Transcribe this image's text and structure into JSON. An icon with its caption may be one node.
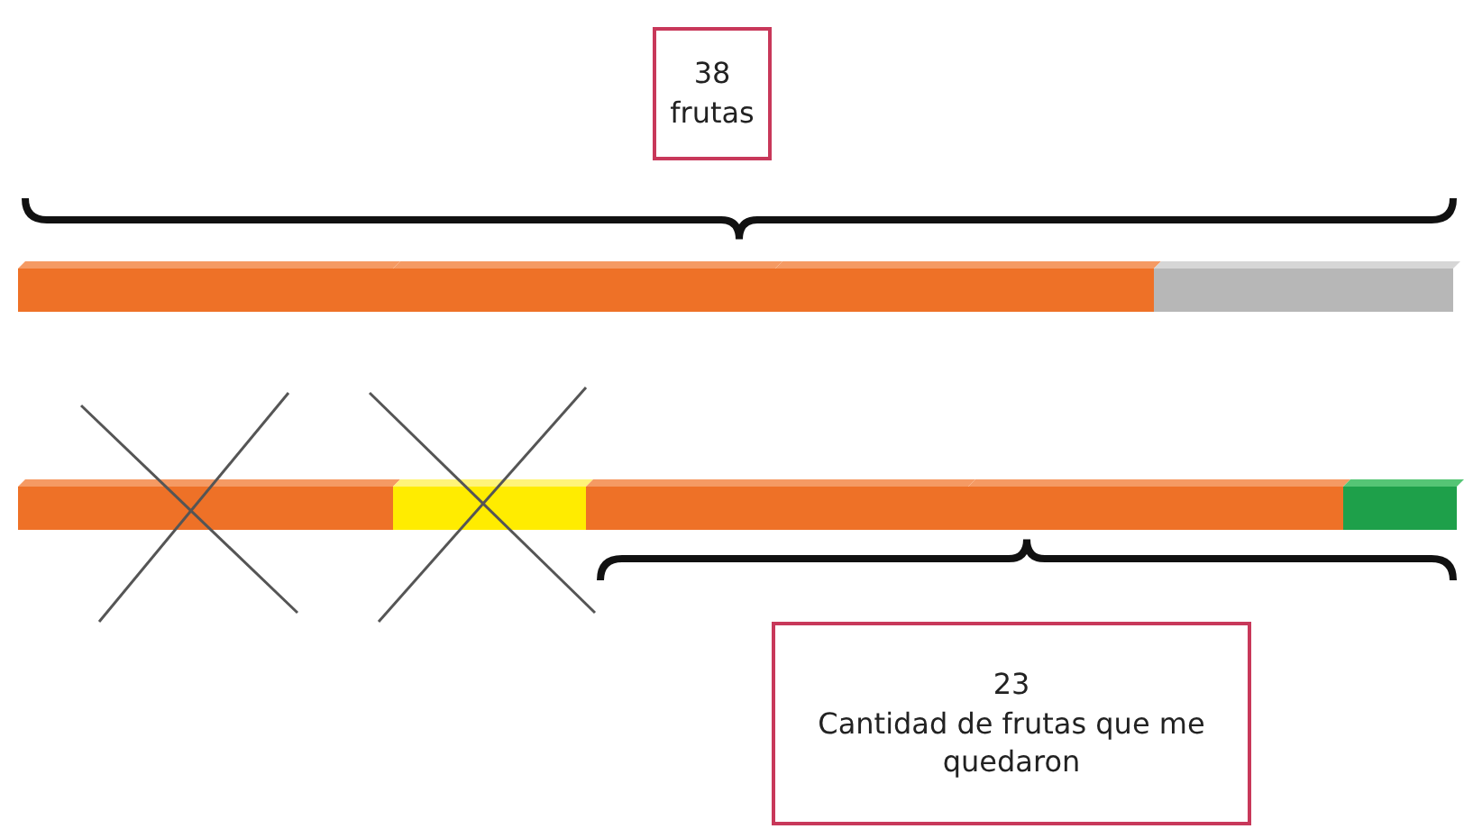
{
  "diagram": {
    "nodes": [
      {
        "text": [
          "38",
          "frutas"
        ]
      },
      {
        "text": [
          "23",
          "Cantidad de frutas que me quedaron"
        ]
      }
    ]
  }
}
